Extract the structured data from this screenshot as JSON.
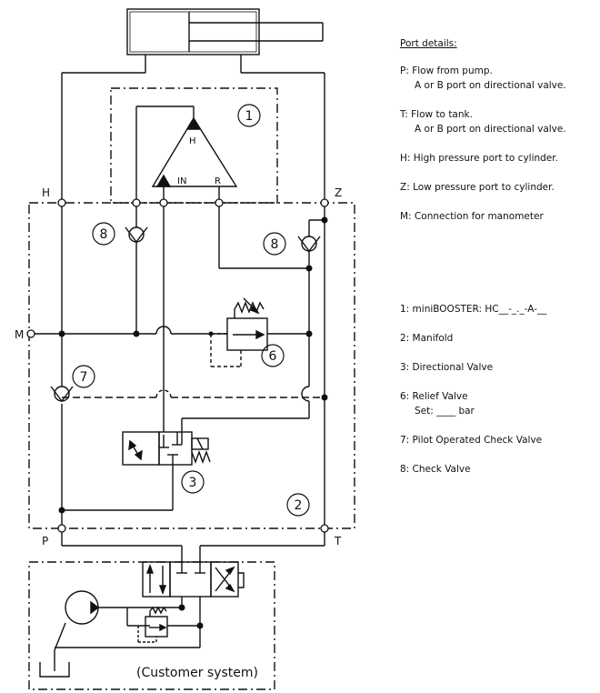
{
  "legend": {
    "heading": "Port details:",
    "ports": [
      {
        "line1": "P: Flow from pump.",
        "line2": "A or B port on directional valve."
      },
      {
        "line1": "T: Flow to tank.",
        "line2": "A or B port on directional valve."
      },
      {
        "line1": "H: High pressure port to cylinder.",
        "line2": ""
      },
      {
        "line1": "Z: Low pressure port to cylinder.",
        "line2": ""
      },
      {
        "line1": "M: Connection for manometer",
        "line2": ""
      }
    ],
    "components": [
      {
        "line1": "1: miniBOOSTER: HC__-_._-A-__",
        "line2": ""
      },
      {
        "line1": "2: Manifold",
        "line2": ""
      },
      {
        "line1": "3: Directional Valve",
        "line2": ""
      },
      {
        "line1": "6: Relief Valve",
        "line2": "Set: ____ bar"
      },
      {
        "line1": "7: Pilot Operated Check Valve",
        "line2": ""
      },
      {
        "line1": "8: Check Valve",
        "line2": ""
      }
    ]
  },
  "diagram": {
    "port_labels": {
      "H": "H",
      "Z": "Z",
      "M": "M",
      "P": "P",
      "T": "T"
    },
    "booster_labels": {
      "H": "H",
      "IN": "IN",
      "R": "R"
    },
    "callouts": {
      "c1": "1",
      "c2": "2",
      "c3": "3",
      "c6": "6",
      "c7": "7",
      "c8a": "8",
      "c8b": "8"
    },
    "customer_label": "(Customer system)"
  }
}
